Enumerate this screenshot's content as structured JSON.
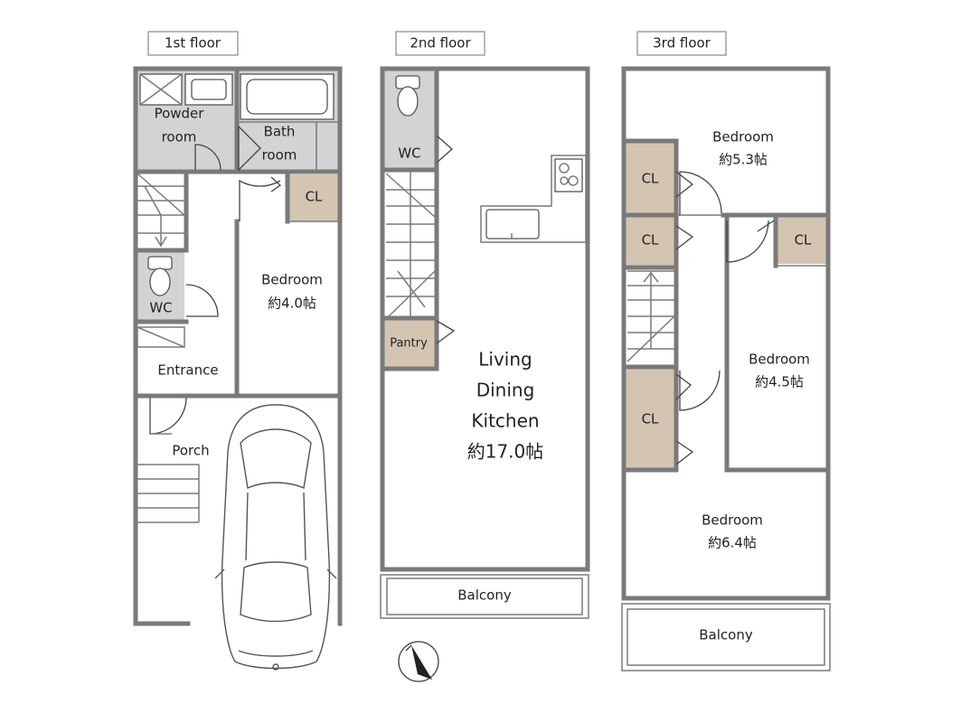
{
  "floors": {
    "first": {
      "tag": "1st floor",
      "powder_line1": "Powder",
      "powder_line2": "room",
      "bath_line1": "Bath",
      "bath_line2": "room",
      "closet": "CL",
      "bedroom": "Bedroom",
      "bedroom_size": "約4.0帖",
      "wc": "WC",
      "entrance": "Entrance",
      "porch": "Porch"
    },
    "second": {
      "tag": "2nd floor",
      "wc": "WC",
      "pantry": "Pantry",
      "ldk_line1": "Living",
      "ldk_line2": "Dining",
      "ldk_line3": "Kitchen",
      "ldk_size": "約17.0帖",
      "balcony": "Balcony"
    },
    "third": {
      "tag": "3rd floor",
      "bedroom_a": "Bedroom",
      "bedroom_a_size": "約5.3帖",
      "closet_a": "CL",
      "closet_b": "CL",
      "closet_c": "CL",
      "closet_d": "CL",
      "bedroom_b": "Bedroom",
      "bedroom_b_size": "約4.5帖",
      "bedroom_c": "Bedroom",
      "bedroom_c_size": "約6.4帖",
      "balcony": "Balcony"
    }
  },
  "colors": {
    "wall": "#7a7a7a",
    "wet_area": "#d3d3d3",
    "closet": "#d4c5b3"
  },
  "icons": {
    "compass": "north-arrow-icon",
    "car": "car-icon"
  }
}
